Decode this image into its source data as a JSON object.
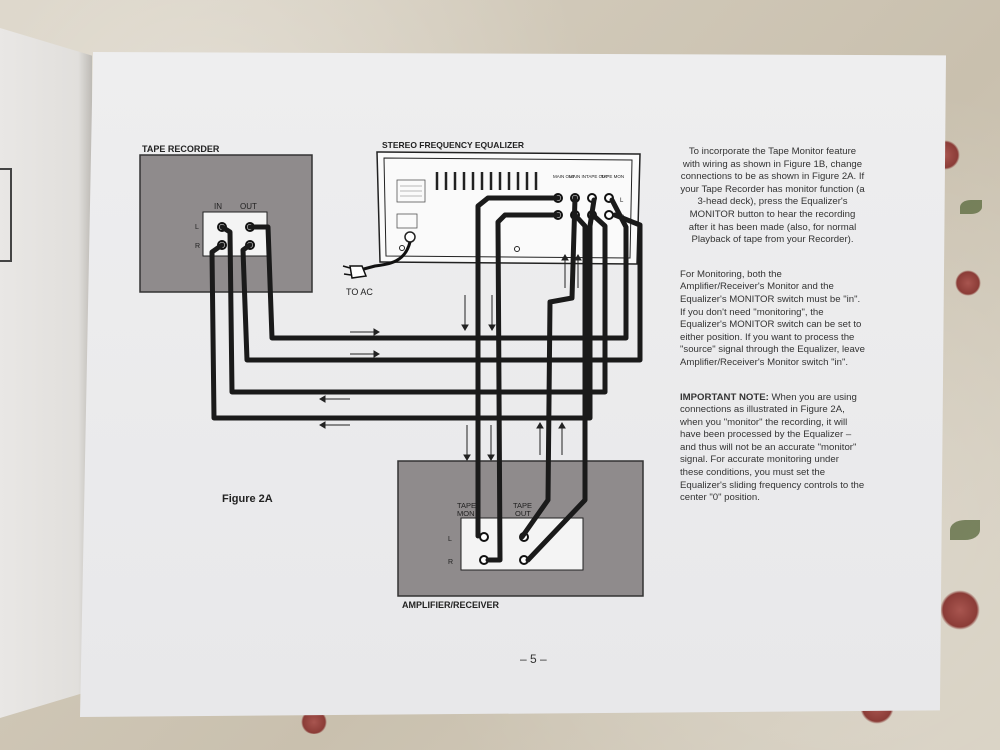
{
  "labels": {
    "tape_recorder": "TAPE RECORDER",
    "equalizer": "STEREO FREQUENCY EQUALIZER",
    "amplifier": "AMPLIFIER/RECEIVER",
    "to_ac": "TO AC",
    "in": "IN",
    "out": "OUT",
    "l": "L",
    "r": "R",
    "main_out": "MAIN OUT",
    "main_in": "MAIN IN",
    "tape_out": "TAPE OUT",
    "tape_mon": "TAPE MON",
    "amp_tape_mon_1": "TAPE",
    "amp_tape_mon_2": "MON",
    "amp_tape_out_1": "TAPE",
    "amp_tape_out_2": "OUT",
    "figure_caption": "Figure 2A",
    "page_number": "– 5 –"
  },
  "text": {
    "p1": "To incorporate the Tape Monitor feature with wiring as shown in Figure 1B, change connections to be as shown in Figure 2A. If your Tape Recorder has monitor function (a 3-head deck), press the Equalizer's MONITOR button to hear the recording after it has been made (also, for normal Playback of tape from your Recorder).",
    "p2": "For Monitoring, both the Amplifier/Receiver's Monitor and the Equalizer's MONITOR switch must be \"in\". If you don't need \"monitoring\", the Equalizer's MONITOR switch can be set to either position. If you want to process the \"source\" signal through the Equalizer, leave Amplifier/Receiver's Monitor switch \"in\".",
    "p3_head": "IMPORTANT NOTE:",
    "p3": "When you are using connections as illustrated in Figure 2A, when you \"monitor\" the recording, it will have been processed by the Equalizer – and thus will not be an accurate \"monitor\" signal. For accurate monitoring under these conditions, you must set the Equalizer's sliding frequency controls to the center \"0\" position."
  },
  "colors": {
    "wire": "#1a1a1a",
    "box_fill": "#8f8b8c",
    "panel_fill": "#f4f4f4"
  }
}
